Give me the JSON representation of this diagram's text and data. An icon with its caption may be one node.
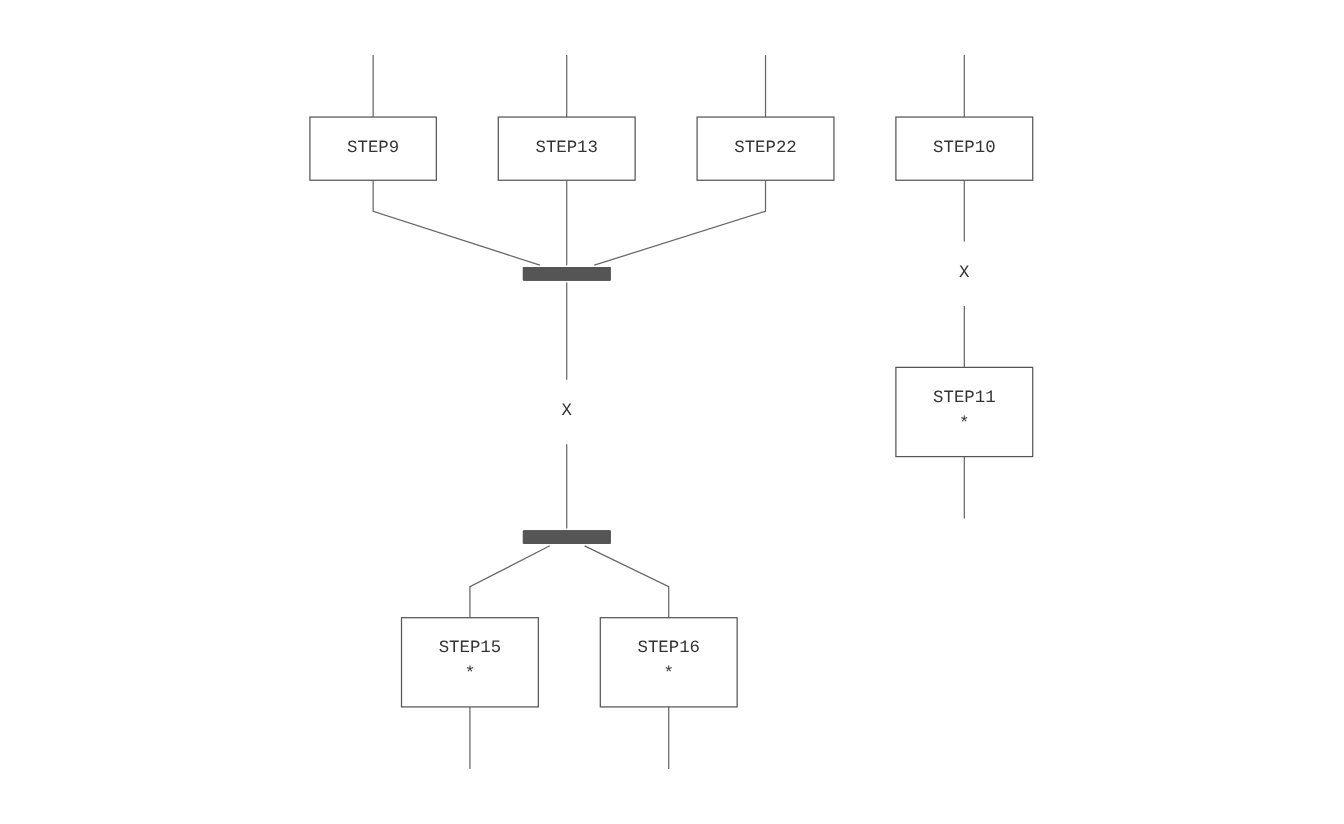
{
  "diagram": {
    "nodes": [
      {
        "text": [
          "STEP10"
        ]
      },
      {
        "text": [
          "STEP9"
        ]
      },
      {
        "text": [
          "STEP13"
        ]
      },
      {
        "text": [
          "STEP22"
        ]
      },
      {
        "text": [
          "X"
        ]
      },
      {
        "text": [],
        "shape": "bar"
      },
      {
        "text": [
          "STEP11",
          "*"
        ]
      },
      {
        "text": [
          "X"
        ]
      },
      {
        "text": [],
        "shape": "bar"
      },
      {
        "text": [
          "STEP15",
          "*"
        ]
      },
      {
        "text": [
          "STEP16",
          "*"
        ]
      }
    ],
    "edges": [
      {
        "from": null,
        "to": 0,
        "arrow": "none"
      },
      {
        "from": 0,
        "to": 4,
        "arrow": "none"
      },
      {
        "from": 4,
        "to": 6,
        "arrow": "none"
      },
      {
        "from": 6,
        "to": null,
        "arrow": "none"
      },
      {
        "from": null,
        "to": 1,
        "arrow": "none"
      },
      {
        "from": null,
        "to": 2,
        "arrow": "none"
      },
      {
        "from": null,
        "to": 3,
        "arrow": "none"
      },
      {
        "from": 1,
        "to": 5,
        "arrow": "none"
      },
      {
        "from": 2,
        "to": 5,
        "arrow": "none"
      },
      {
        "from": 3,
        "to": 5,
        "arrow": "none"
      },
      {
        "from": 5,
        "to": 7,
        "arrow": "none"
      },
      {
        "from": 7,
        "to": 8,
        "arrow": "none"
      },
      {
        "from": 8,
        "to": 9,
        "arrow": "none"
      },
      {
        "from": 8,
        "to": 10,
        "arrow": "none"
      },
      {
        "from": 9,
        "to": null,
        "arrow": "none"
      },
      {
        "from": 10,
        "to": null,
        "arrow": "none"
      }
    ]
  }
}
